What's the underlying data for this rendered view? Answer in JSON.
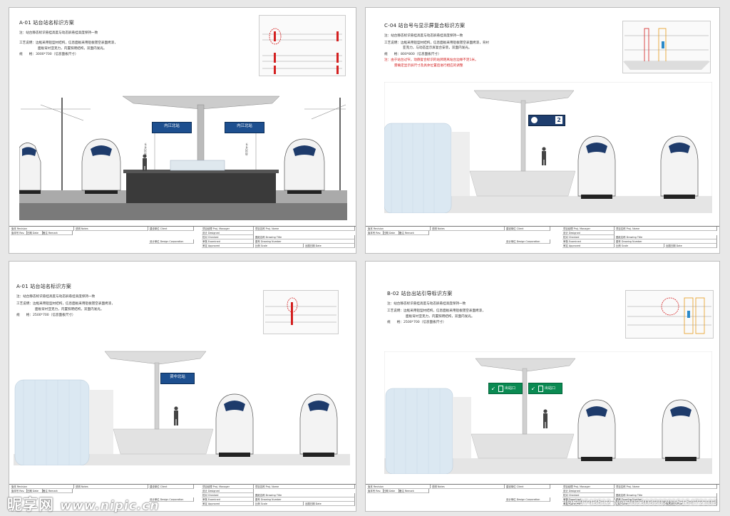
{
  "sheets": [
    {
      "title": "A-01 站台站名标识方案",
      "notes": [
        "注：站台静态标识悬挂高度与动态屏悬挂高度保持一致",
        "工艺说明：边框采用铝型材结构，信息面板采用铝板镂空表面烤漆，",
        "面板背衬亚克力，内置照明结构，双面内发光。",
        "规　　格：3000*700（信息面板尺寸）"
      ],
      "signs": [
        "内江北站",
        "内江北站"
      ],
      "dims": [
        "4000mm",
        "4000mm"
      ]
    },
    {
      "title": "C-04 站台号与显示屏复合标识方案",
      "notes": [
        "注：站台静态标识悬挂高度与动态屏悬挂高度保持一致",
        "工艺说明：边框采用铝型材结构，信息面板采用铝板镂空表面烤漆，背衬",
        "亚克力，与动态显示屏复合安装，双面内发光。",
        "规　　格：800*800（信息面板尺寸）"
      ],
      "notes_red": [
        "注：由于站台过窄，动静复合标识的站牌距离站台边缘不足1米。",
        "需确定显示屏尺寸及具体位置后进行相应的调整"
      ],
      "platform_no": "2"
    },
    {
      "title": "A-01 站台站名标识方案",
      "notes": [
        "注：站台静态标识悬挂高度与动态屏悬挂高度保持一致",
        "工艺说明：边框采用铝型材结构，信息面板采用铝板镂空表面烤漆，",
        "面板背衬亚克力，内置照明结构，双面内发光。",
        "规　　格：2500*700（信息面板尺寸）"
      ],
      "signs": [
        "资中北站"
      ]
    },
    {
      "title": "B-02 站台出站引导标识方案",
      "notes": [
        "注：站台静态标识悬挂高度与动态屏悬挂高度保持一致",
        "工艺说明：边框采用铝型材结构，信息面板采用铝板镂空表面烤漆，",
        "面板背衬亚克力，内置照明结构，双面内发光。",
        "规　　格：2500*700（信息面板尺寸）"
      ],
      "exit_signs": [
        "出站口",
        "出站口"
      ]
    }
  ],
  "title_block": {
    "revision": "版本 Revision",
    "rev_no": "版本号 Rev.",
    "date": "日期 Date",
    "remark": "备注 Remark",
    "notes": "说明 Notes",
    "client": "建设单位 Client",
    "design_corp": "设计单位 Design Corporation",
    "pm": "项目经理 Proj. Manager",
    "designed": "设计 Designed",
    "checked": "校对 Checked",
    "examined": "审核 Examined",
    "approved": "审定 Approved",
    "proj_name": "项目名称 Proj. Name",
    "drawing_title": "图纸名称 Drawing Title",
    "drawing_no": "图号 Drawing Number",
    "scale": "比例 Scale",
    "issue_date": "出图日期 Date"
  },
  "watermark": {
    "brand": "昵享网",
    "url": "www.nipic.cn",
    "id": "ID:29743512 NO:20230320201515472103"
  },
  "colors": {
    "sign_blue": "#1d4f8f",
    "exit_green": "#0a8a52",
    "red_mark": "#d42020"
  }
}
